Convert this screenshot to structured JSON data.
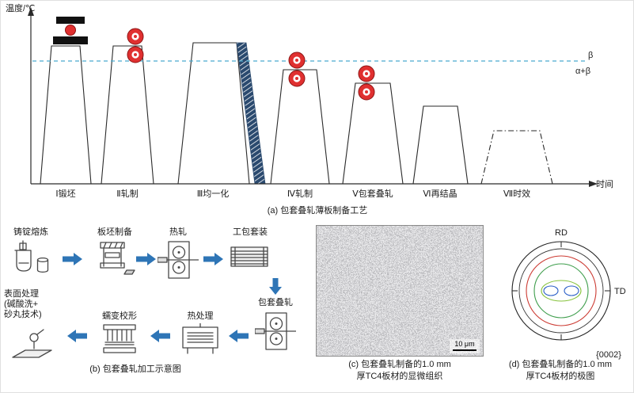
{
  "figure": {
    "colors": {
      "arrow_blue": "#2e75b6",
      "roll_red": "#e03030",
      "phase_line": "#4aabcf",
      "hatch_navy": "#2b4a6f"
    }
  },
  "panel_a": {
    "y_axis_label": "温度/℃",
    "x_axis_label": "时间",
    "beta_label": "β",
    "alpha_beta_label": "α+β",
    "steps": [
      {
        "label": "Ⅰ锻坯"
      },
      {
        "label": "Ⅱ轧制"
      },
      {
        "label": "Ⅲ均一化"
      },
      {
        "label": "Ⅳ轧制"
      },
      {
        "label": "Ⅴ包套叠轧"
      },
      {
        "label": "Ⅵ再结晶"
      },
      {
        "label": "Ⅶ时效"
      }
    ],
    "caption": "(a) 包套叠轧薄板制备工艺"
  },
  "panel_b": {
    "row1": [
      {
        "label": "铸锭熔炼"
      },
      {
        "label": "板坯制备"
      },
      {
        "label": "热轧"
      },
      {
        "label": "工包套装"
      }
    ],
    "row2": [
      {
        "label": "包套叠轧"
      },
      {
        "label": "热处理"
      },
      {
        "label": "蠕变校形"
      },
      {
        "lines": [
          "表面处理",
          "(碱酸洗+",
          "砂丸技术)"
        ]
      }
    ],
    "caption": "(b) 包套叠轧加工示意图"
  },
  "panel_c": {
    "scale_bar_label": "10 μm",
    "caption_line1": "(c) 包套叠轧制备的1.0 mm",
    "caption_line2": "厚TC4板材的显微组织"
  },
  "panel_d": {
    "rd_label": "RD",
    "td_label": "TD",
    "plane_label": "{0002}",
    "caption_line1": "(d) 包套叠轧制备的1.0 mm",
    "caption_line2": "厚TC4板材的极图"
  }
}
